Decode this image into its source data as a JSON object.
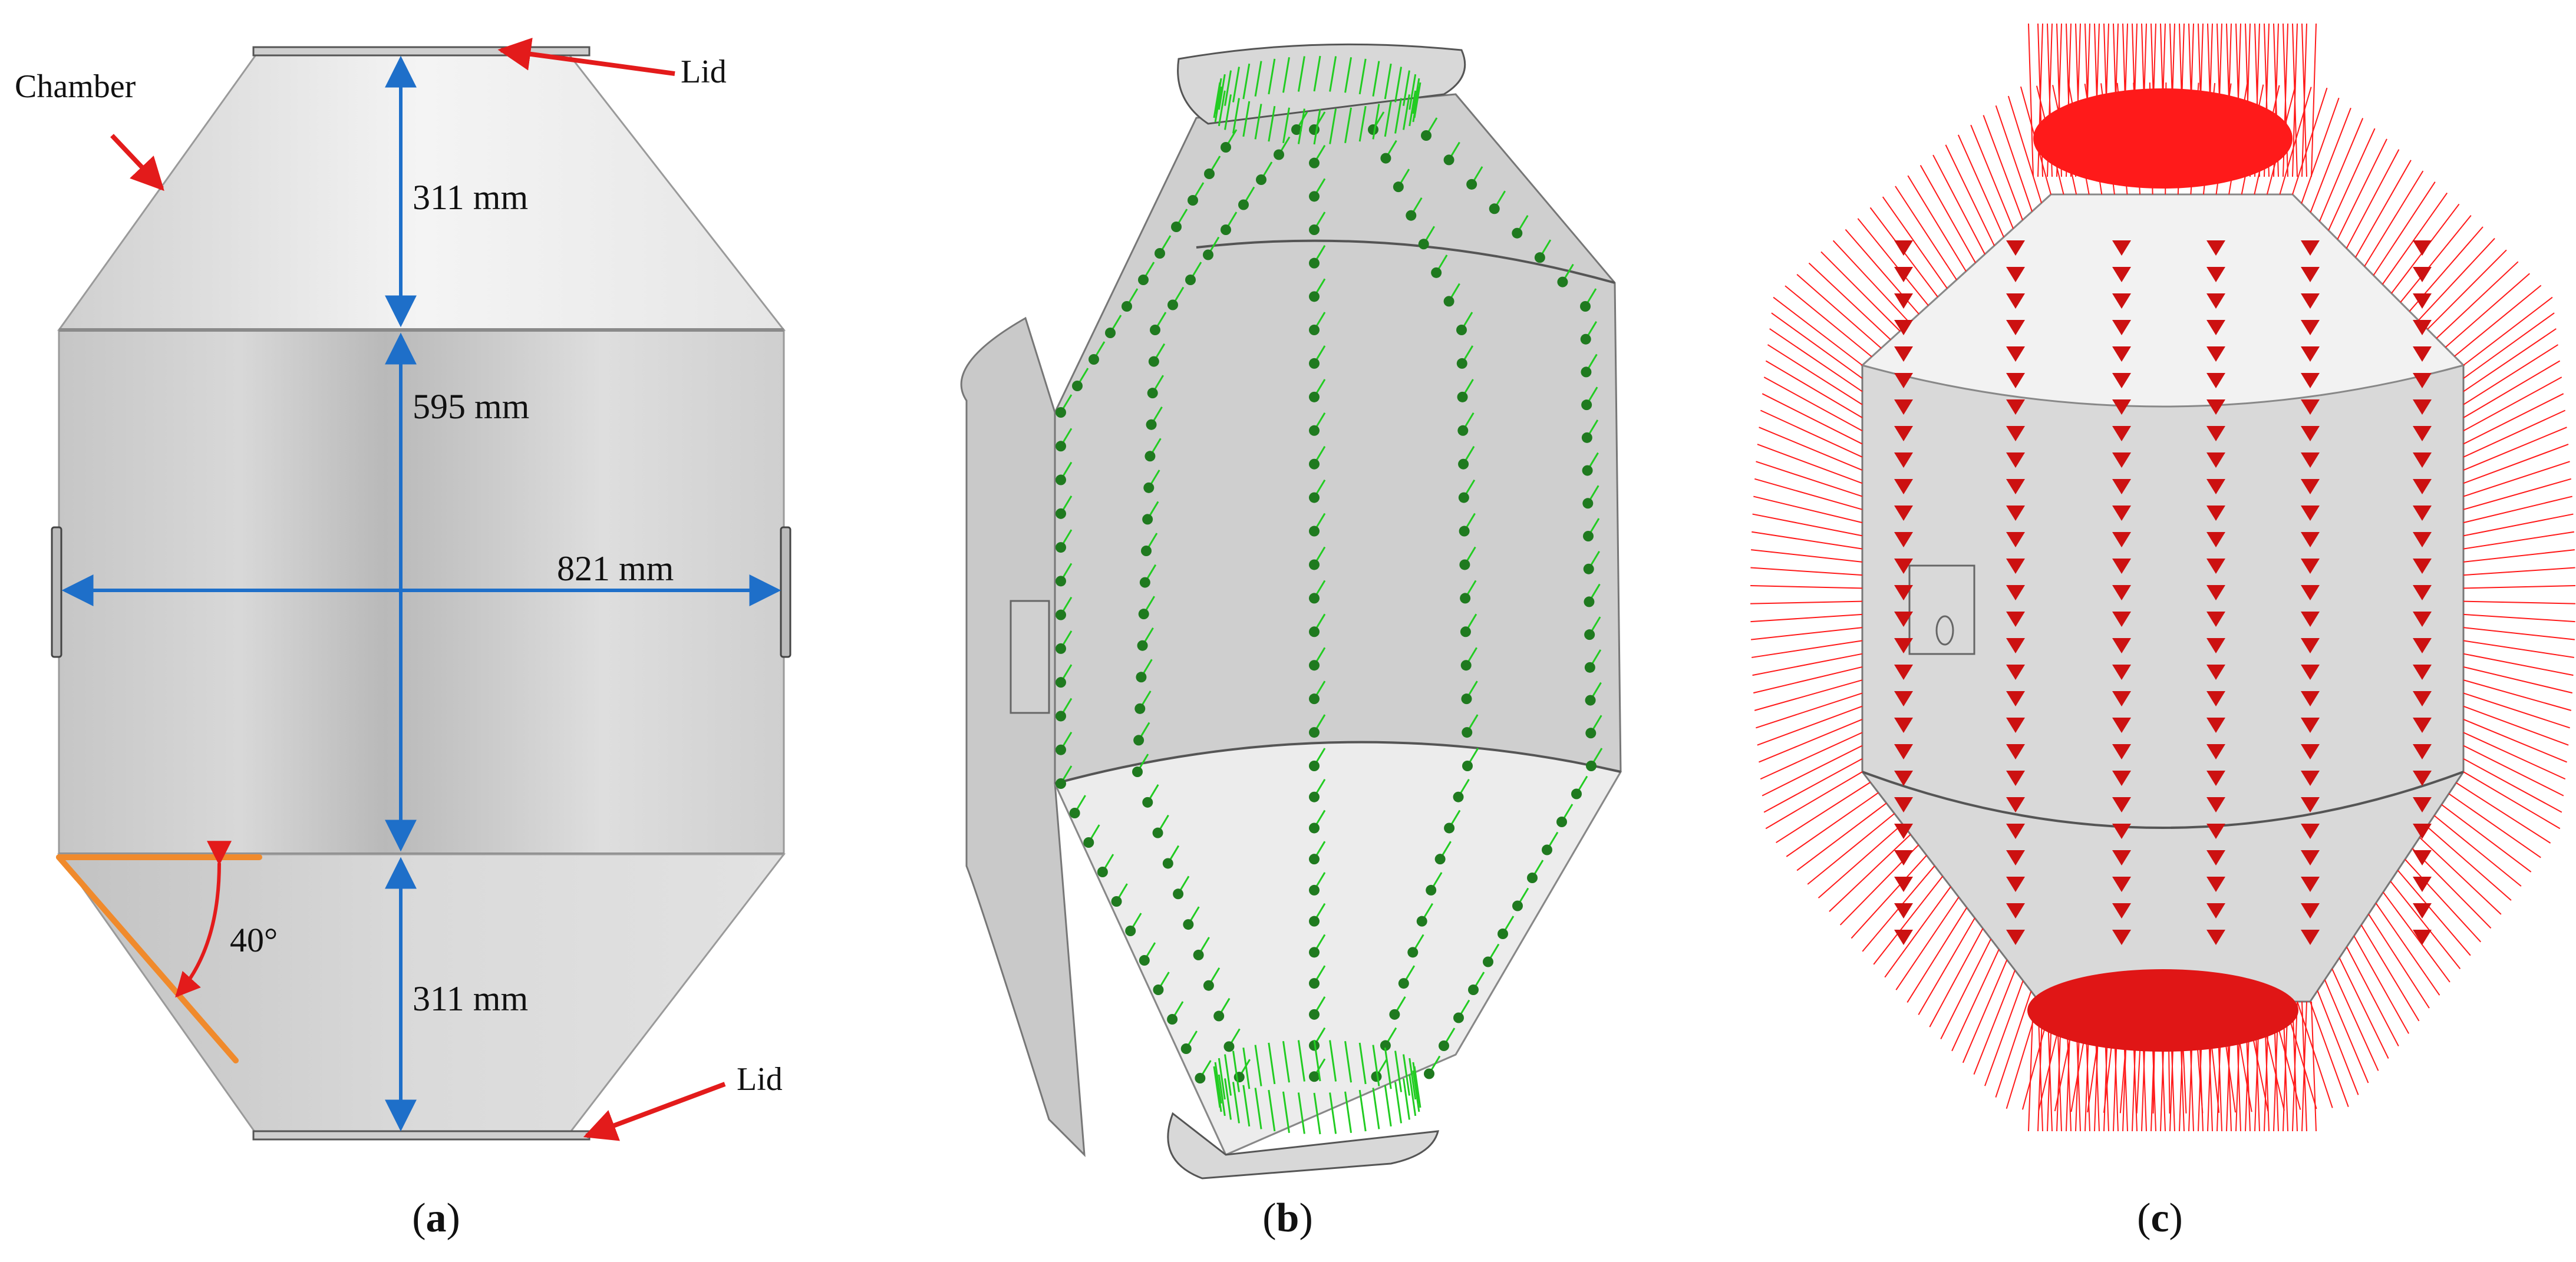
{
  "panel_a": {
    "chamber_label": "Chamber",
    "lid_top_label": "Lid",
    "lid_bottom_label": "Lid",
    "dim_top_cone": "311 mm",
    "dim_cylinder": "595 mm",
    "dim_diameter": "821 mm",
    "dim_bottom_cone": "311 mm",
    "angle_label": "40°",
    "caption": {
      "open": "(",
      "letter": "a",
      "close": ")"
    }
  },
  "panel_b": {
    "caption": {
      "open": "(",
      "letter": "b",
      "close": ")"
    },
    "vector_color": "#22cc22"
  },
  "panel_c": {
    "caption": {
      "open": "(",
      "letter": "c",
      "close": ")"
    },
    "vector_color": "#ff1a1a"
  },
  "colors": {
    "dimension_arrow": "#1e6fc9",
    "callout_arrow": "#e31b1b",
    "angle_line": "#f08a2c",
    "body_fill": "#d4d4d4"
  }
}
